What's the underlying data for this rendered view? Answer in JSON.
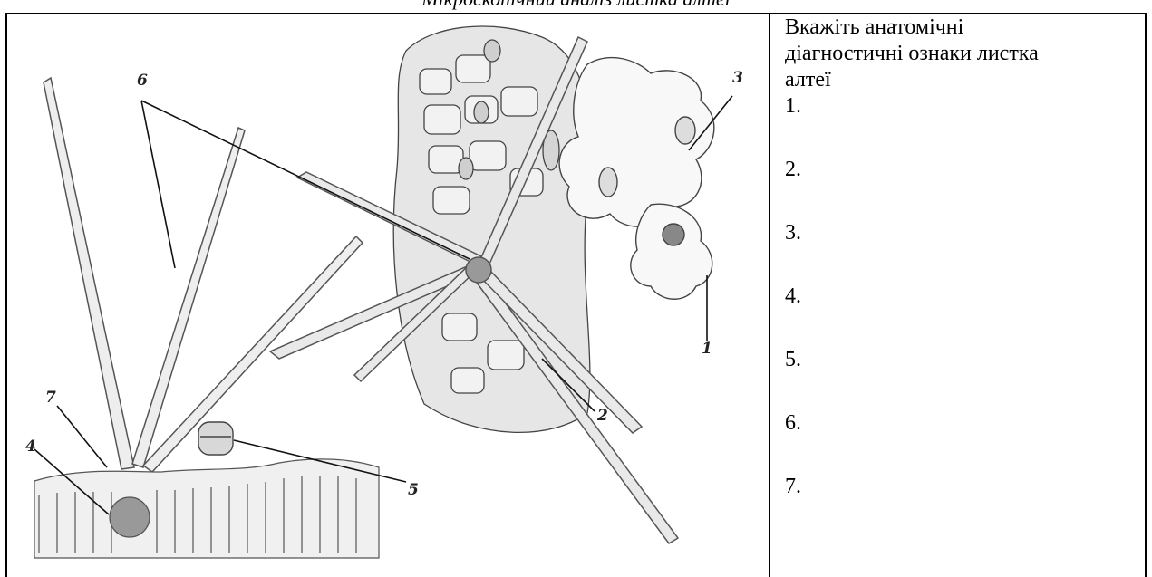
{
  "caption": "Мікроскопічний аналіз листка алтеї",
  "question": {
    "line1": "Вкажіть  анатомічні",
    "line2": "діагностичні ознаки листка",
    "line3": "алтеї"
  },
  "answers": [
    "1.",
    "2.",
    "3.",
    "4.",
    "5.",
    "6.",
    "7."
  ],
  "figure_labels": {
    "n1": "1",
    "n2": "2",
    "n3": "3",
    "n4": "4",
    "n5": "5",
    "n6": "6",
    "n7": "7"
  }
}
